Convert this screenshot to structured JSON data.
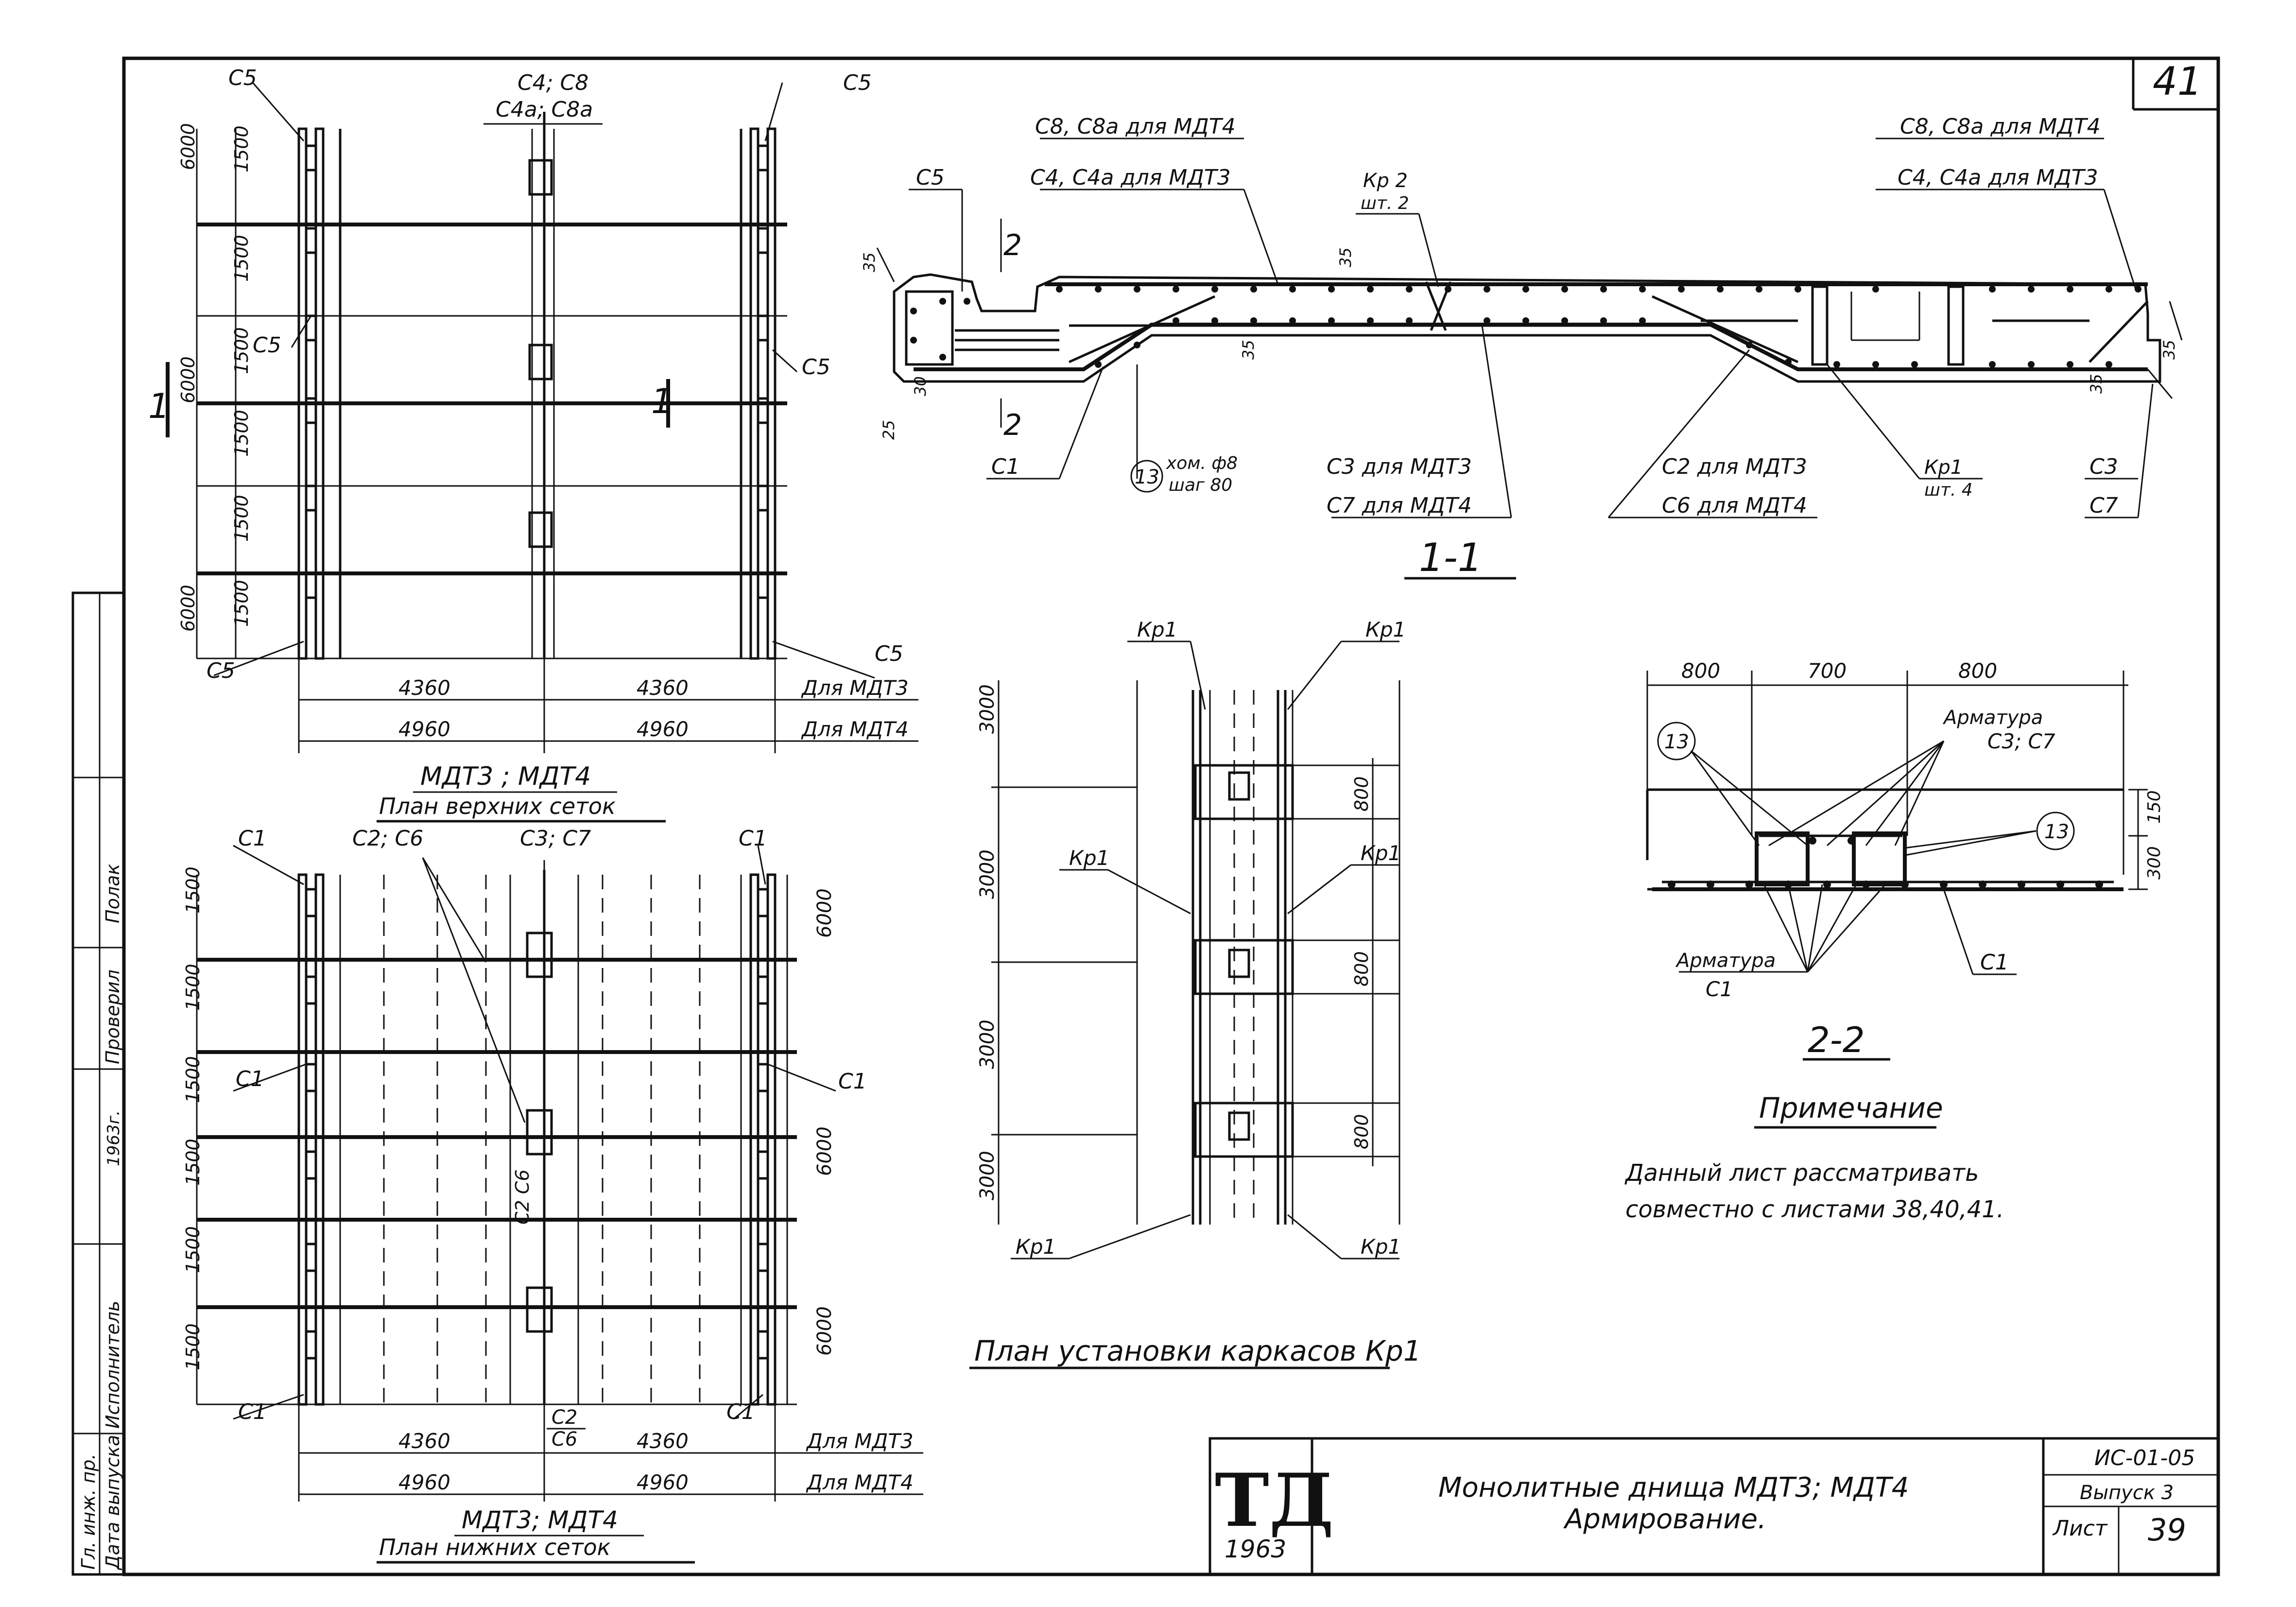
{
  "sheet": {
    "number_corner": "41",
    "stamp_code": "ИС-01-05",
    "issue": "Выпуск 3",
    "sheet_label": "Лист",
    "sheet_no": "39",
    "title_line1": "Монолитные днища МДТ3; МДТ4",
    "title_line2": "Армирование.",
    "logo_letters": "ТД",
    "logo_year": "1963"
  },
  "left_strip": {
    "signatures": [
      "Гл. инж. пр.",
      "Исполнитель",
      "Проверил",
      "Дата выпуска",
      "1963г.",
      "Полак"
    ]
  },
  "top_plan": {
    "caption1": "МДТ3 ; МДТ4",
    "caption2": "План верхних сеток",
    "labels": {
      "c5_tl": "С5",
      "c5_tr": "С5",
      "c5_ml": "С5",
      "c5_mr": "С5",
      "c5_bl": "С5",
      "c5_br": "С5",
      "c4c8": "С4; С8",
      "c4ac8a": "С4а; С8а",
      "sec1_left": "1",
      "sec1_right": "1"
    },
    "dims_left": [
      "1500",
      "1500",
      "1500",
      "1500",
      "1500",
      "1500"
    ],
    "dims_outer_left": [
      "6000",
      "6000",
      "6000"
    ],
    "dims_bottom_mdt3": [
      "4360",
      "4360"
    ],
    "dims_bottom_mdt4": [
      "4960",
      "4960"
    ],
    "for_mdt3": "Для МДТ3",
    "for_mdt4": "Для МДТ4"
  },
  "bottom_plan": {
    "caption1": "МДТ3; МДТ4",
    "caption2": "План нижних сеток",
    "labels": {
      "c1_tl": "С1",
      "c1_tr": "С1",
      "c1_ml": "С1",
      "c1_mr": "С1",
      "c1_bl": "С1",
      "c1_br": "С1",
      "c2c6": "С2; С6",
      "c3c7": "С3; С7",
      "c2_b": "С2",
      "c6_b": "С6",
      "c2c6_v": "С2 С6"
    },
    "dims_left": [
      "1500",
      "1500",
      "1500",
      "1500",
      "1500",
      "1500"
    ],
    "dims_right": [
      "6000",
      "6000",
      "6000"
    ],
    "dims_bottom_mdt3": [
      "4360",
      "4360"
    ],
    "dims_bottom_mdt4": [
      "4960",
      "4960"
    ],
    "for_mdt3": "Для МДТ3",
    "for_mdt4": "Для МДТ4"
  },
  "section_1_1": {
    "title": "1-1",
    "labels": {
      "c8_left": "С8, С8а для МДТ4",
      "c4_left": "С4, С4а для МДТ3",
      "c8_right": "С8, С8а для МДТ4",
      "c4_right": "С4, С4а для МДТ3",
      "c5": "С5",
      "kr2": "Кр 2",
      "kr2_qty": "шт. 2",
      "c1": "С1",
      "n13": "13",
      "clamp": "хом. ф8",
      "step": "шаг 80",
      "c3_mdt3": "С3 для МДТ3",
      "c7_mdt4": "С7 для МДТ4",
      "c2_mdt3": "С2 для МДТ3",
      "c6_mdt4": "С6 для МДТ4",
      "kr1": "Кр1",
      "kr1_qty": "шт. 4",
      "c3": "С3",
      "c7": "С7",
      "sec2_top": "2",
      "sec2_bot": "2"
    },
    "dims": [
      "35",
      "35",
      "35",
      "35",
      "35",
      "25",
      "30"
    ]
  },
  "frames_plan": {
    "title": "План установки каркасов Кр1",
    "kr1": "Кр1",
    "dims_left": [
      "3000",
      "3000",
      "3000",
      "3000"
    ],
    "dims_right": [
      "800",
      "800",
      "800"
    ]
  },
  "section_2_2": {
    "title": "2-2",
    "dims_top": [
      "800",
      "700",
      "800"
    ],
    "dims_right": [
      "150",
      "300"
    ],
    "armature": "Арматура",
    "armature_c3c7": "С3; С7",
    "armature_c1": "С1",
    "n13_left": "13",
    "n13_right": "13",
    "c1": "С1"
  },
  "note": {
    "title": "Примечание",
    "line1": "Данный лист рассматривать",
    "line2": "совместно с листами 38,40,41."
  }
}
